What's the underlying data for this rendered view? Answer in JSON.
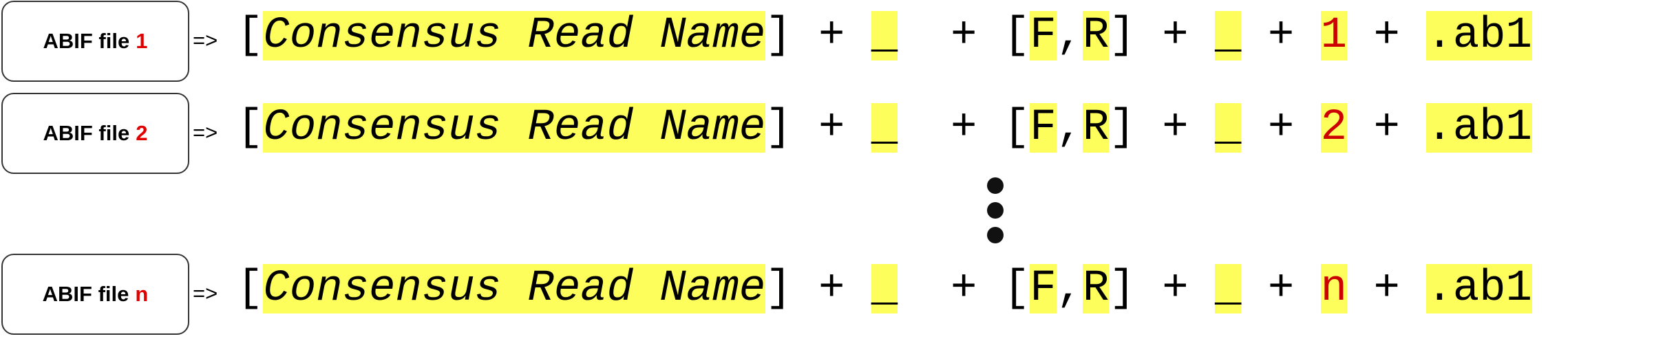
{
  "rows": [
    {
      "box_label": "ABIF file",
      "index": "1",
      "arrow": "=>",
      "formula": {
        "open_bracket": "[",
        "name": "Consensus Read Name",
        "close_bracket": "]",
        "plus": "+",
        "underscore": "_",
        "fr_open": "[",
        "f": "F",
        "comma": ",",
        "r": "R",
        "fr_close": "]",
        "index": "1",
        "ext": ".ab1"
      }
    },
    {
      "box_label": "ABIF file",
      "index": "2",
      "arrow": "=>",
      "formula": {
        "open_bracket": "[",
        "name": "Consensus Read Name",
        "close_bracket": "]",
        "plus": "+",
        "underscore": "_",
        "fr_open": "[",
        "f": "F",
        "comma": ",",
        "r": "R",
        "fr_close": "]",
        "index": "2",
        "ext": ".ab1"
      }
    },
    {
      "box_label": "ABIF file",
      "index": "n",
      "arrow": "=>",
      "formula": {
        "open_bracket": "[",
        "name": "Consensus Read Name",
        "close_bracket": "]",
        "plus": "+",
        "underscore": "_",
        "fr_open": "[",
        "f": "F",
        "comma": ",",
        "r": "R",
        "fr_close": "]",
        "index": "n",
        "ext": ".ab1"
      }
    }
  ],
  "colors": {
    "highlight": "#fdfd5c",
    "index_in_box": "#e00000",
    "index_in_formula": "#cc0000",
    "box_border": "#333333"
  }
}
